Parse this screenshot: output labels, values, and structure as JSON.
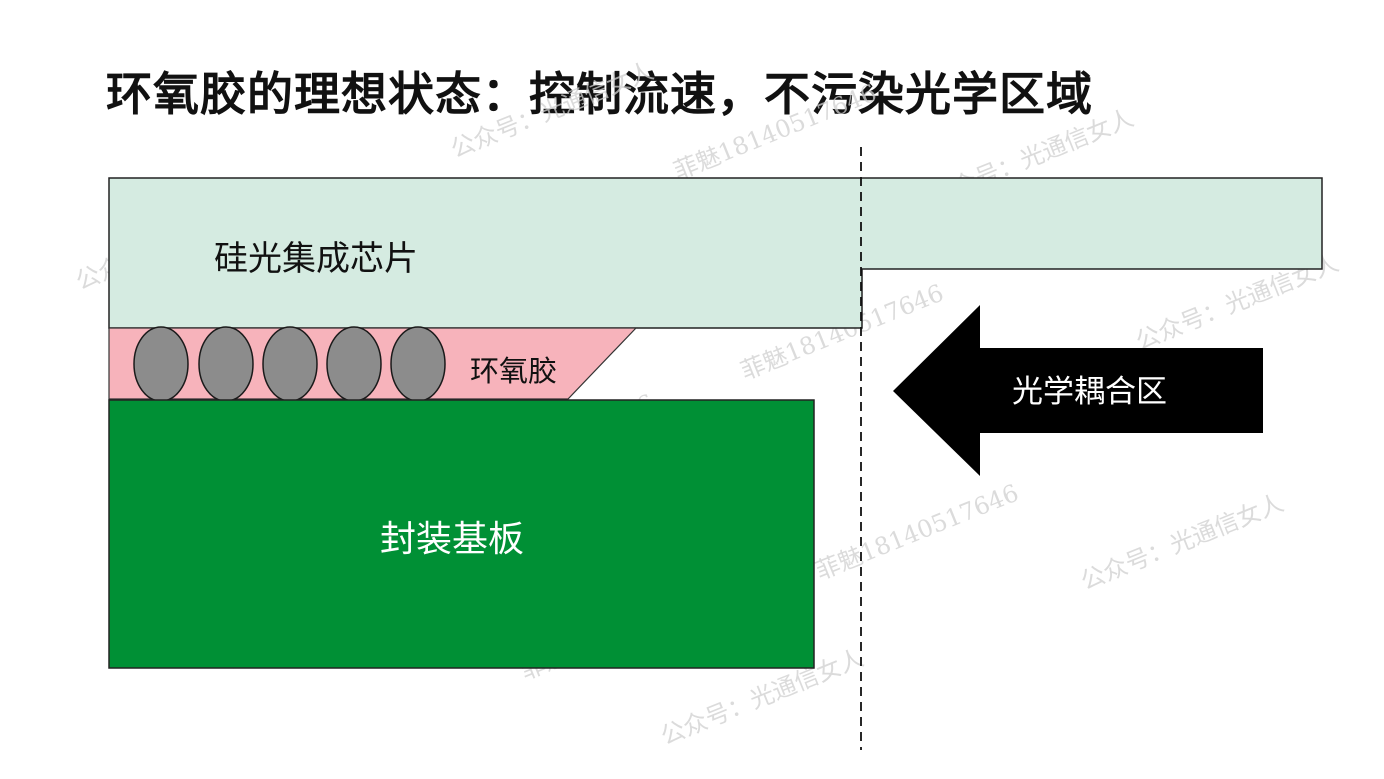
{
  "title": "环氧胶的理想状态：控制流速，不污染光学区域",
  "labels": {
    "chip": "硅光集成芯片",
    "epoxy": "环氧胶",
    "substrate": "封装基板",
    "coupling_zone": "光学耦合区"
  },
  "watermarks": [
    "公众号：光通信女人",
    "菲魅18140517646"
  ],
  "colors": {
    "chip": "#d5ebe1",
    "epoxy": "#f7b3bb",
    "bump": "#8c8c8c",
    "substrate": "#009035",
    "arrow": "#000000",
    "watermark": "#c8c8c8"
  },
  "bump_count": 5
}
